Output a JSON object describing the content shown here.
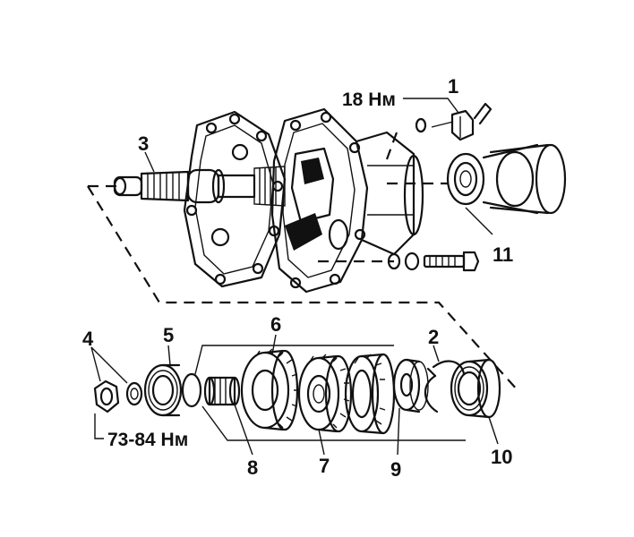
{
  "callouts": {
    "c1": "1",
    "c2": "2",
    "c3": "3",
    "c4": "4",
    "c5": "5",
    "c6": "6",
    "c7": "7",
    "c8": "8",
    "c9": "9",
    "c10": "10",
    "c11": "11"
  },
  "torque": {
    "bolt_upper": "18 Нм",
    "nut_lower": "73-84 Нм"
  },
  "colors": {
    "ink": "#111111",
    "background": "#ffffff"
  }
}
